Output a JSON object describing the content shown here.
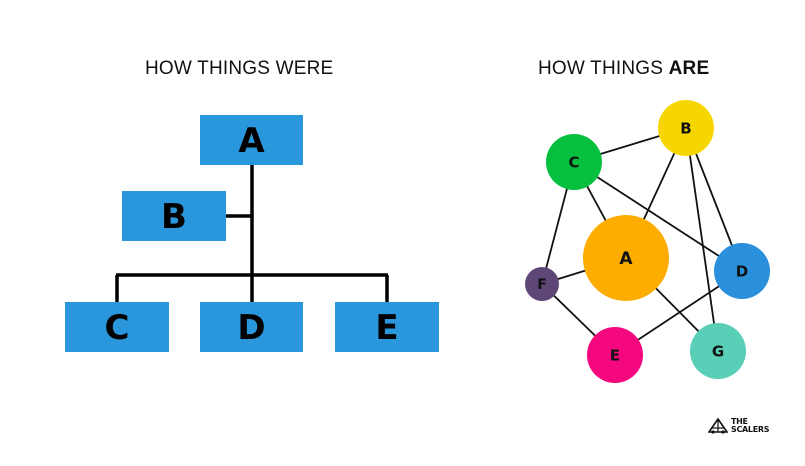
{
  "left_panel": {
    "title": "HOW THINGS WERE",
    "box_color": "#2a97dc",
    "nodes": [
      {
        "id": "A",
        "label": "A"
      },
      {
        "id": "B",
        "label": "B"
      },
      {
        "id": "C",
        "label": "C"
      },
      {
        "id": "D",
        "label": "D"
      },
      {
        "id": "E",
        "label": "E"
      }
    ],
    "hierarchy": [
      {
        "from": "A",
        "to": "B"
      },
      {
        "from": "A",
        "to": "C"
      },
      {
        "from": "A",
        "to": "D"
      },
      {
        "from": "A",
        "to": "E"
      }
    ]
  },
  "right_panel": {
    "title_prefix": "HOW THINGS ",
    "title_bold": "ARE",
    "nodes": [
      {
        "id": "A",
        "label": "A",
        "color": "#fdad00"
      },
      {
        "id": "B",
        "label": "B",
        "color": "#f7d600"
      },
      {
        "id": "C",
        "label": "C",
        "color": "#06bf3e"
      },
      {
        "id": "D",
        "label": "D",
        "color": "#2a90dc"
      },
      {
        "id": "E",
        "label": "E",
        "color": "#f5077f"
      },
      {
        "id": "F",
        "label": "F",
        "color": "#5e4777"
      },
      {
        "id": "G",
        "label": "G",
        "color": "#58cfb6"
      }
    ],
    "edges": [
      [
        "C",
        "B"
      ],
      [
        "C",
        "A"
      ],
      [
        "C",
        "D"
      ],
      [
        "C",
        "F"
      ],
      [
        "B",
        "A"
      ],
      [
        "B",
        "G"
      ],
      [
        "B",
        "D"
      ],
      [
        "A",
        "F"
      ],
      [
        "A",
        "G"
      ],
      [
        "F",
        "E"
      ],
      [
        "E",
        "D"
      ]
    ]
  },
  "logo": {
    "line1": "THE",
    "line2": "SCALERS"
  }
}
